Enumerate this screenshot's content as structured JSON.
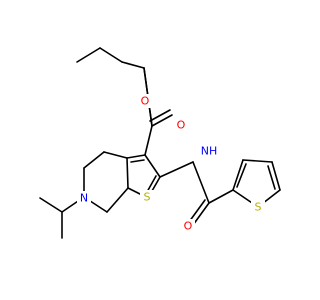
{
  "colors": {
    "background": "#ffffff",
    "bond": "#000000",
    "oxygen": "#ff0000",
    "nitrogen": "#0000ff",
    "sulfur": "#b2b200"
  },
  "atoms": {
    "o_ester": "O",
    "o_carbonyl": "O",
    "nh": "NH",
    "s_ring": "S",
    "n_ring": "N",
    "o_amide": "O",
    "s_thiophene": "S"
  }
}
